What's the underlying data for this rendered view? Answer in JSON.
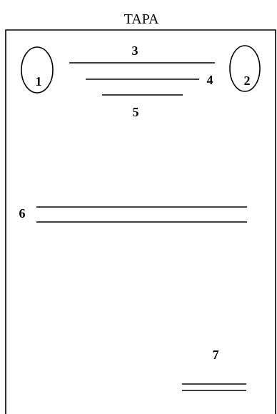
{
  "title": "TAPA",
  "labels": {
    "one": "1",
    "two": "2",
    "three": "3",
    "four": "4",
    "five": "5",
    "six": "6",
    "seven": "7"
  }
}
